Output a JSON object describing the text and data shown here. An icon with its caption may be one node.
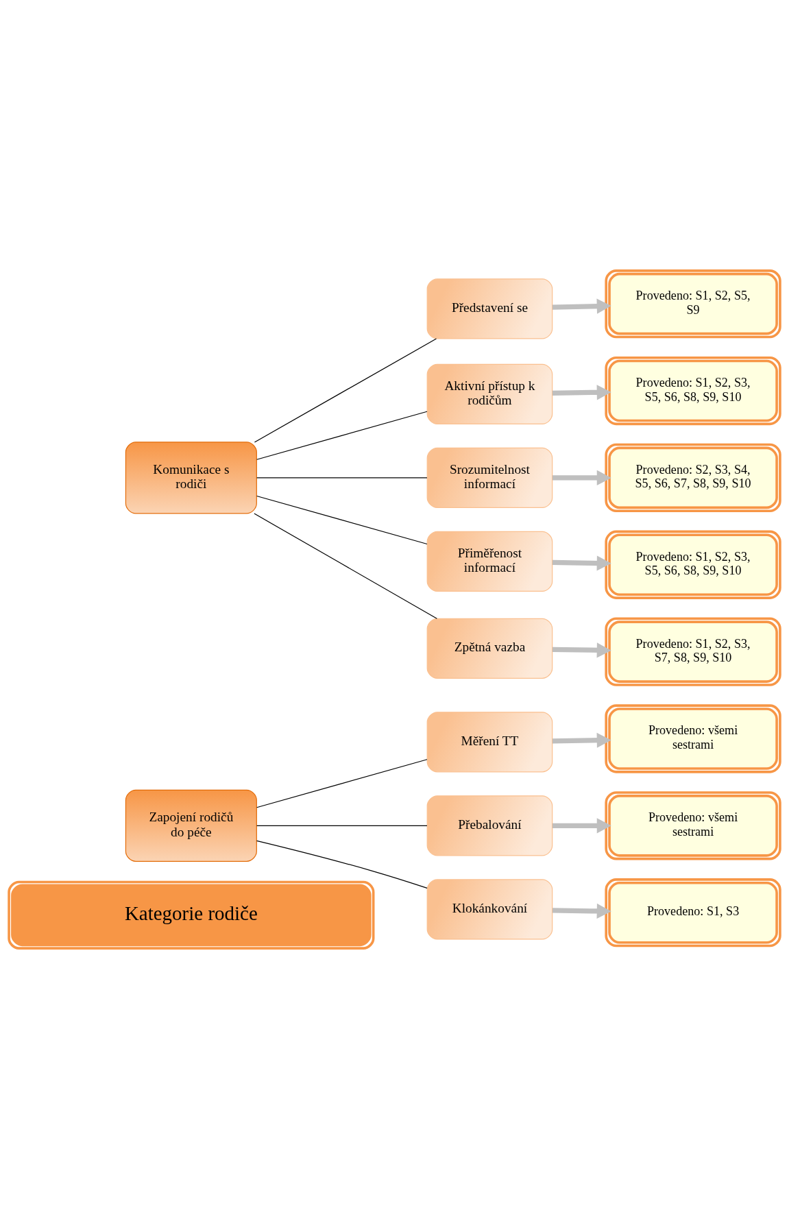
{
  "diagram": {
    "nodes": [
      {
        "text": [
          "Kategorie rodiče"
        ]
      },
      {
        "text": [
          "Zapojení rodičů do péče"
        ]
      },
      {
        "text": [
          "Měření TT"
        ]
      },
      {
        "text": [
          "Přebalování"
        ]
      },
      {
        "text": [
          "Klokánkování"
        ]
      },
      {
        "text": [
          "Provedeno: všemi sestrami"
        ]
      },
      {
        "text": [
          "Provedeno: všemi sestrami"
        ]
      },
      {
        "text": [
          "Provedeno: S1, S3"
        ]
      },
      {
        "text": [
          "Komunikace s rodiči"
        ]
      },
      {
        "text": [
          "Představení se"
        ]
      },
      {
        "text": [
          "Aktivní přístup k rodičům"
        ]
      },
      {
        "text": [
          "Srozumitelnost informací"
        ]
      },
      {
        "text": [
          "Přiměřenost informací"
        ]
      },
      {
        "text": [
          "Zpětná vazba"
        ]
      },
      {
        "text": [
          "Provedeno: S1, S2, S5, S9"
        ]
      },
      {
        "text": [
          "Provedeno: S1, S2, S3, S5, S6, S8, S9, S10"
        ]
      },
      {
        "text": [
          "Provedeno: S2, S3, S4, S5, S6, S7, S8, S9, S10"
        ]
      },
      {
        "text": [
          "Provedeno: S1, S2, S3, S5, S6, S8, S9, S10"
        ]
      },
      {
        "text": [
          "Provedeno: S1, S2, S3, S7, S8, S9, S10"
        ]
      }
    ],
    "edges": [
      {
        "from": 1,
        "to": 2,
        "arrow": "none"
      },
      {
        "from": 1,
        "to": 3,
        "arrow": "none"
      },
      {
        "from": 1,
        "to": 4,
        "arrow": "none"
      },
      {
        "from": 2,
        "to": 5,
        "arrow": "to",
        "style": "thick",
        "color": "#bfbfbf"
      },
      {
        "from": 3,
        "to": 6,
        "arrow": "to",
        "style": "thick",
        "color": "#bfbfbf"
      },
      {
        "from": 4,
        "to": 7,
        "arrow": "to",
        "style": "thick",
        "color": "#bfbfbf"
      },
      {
        "from": 8,
        "to": 9,
        "arrow": "none"
      },
      {
        "from": 8,
        "to": 10,
        "arrow": "none"
      },
      {
        "from": 8,
        "to": 11,
        "arrow": "none"
      },
      {
        "from": 8,
        "to": 12,
        "arrow": "none"
      },
      {
        "from": 8,
        "to": 13,
        "arrow": "none"
      },
      {
        "from": 9,
        "to": 14,
        "arrow": "to",
        "style": "thick",
        "color": "#bfbfbf"
      },
      {
        "from": 10,
        "to": 15,
        "arrow": "to",
        "style": "thick",
        "color": "#bfbfbf"
      },
      {
        "from": 11,
        "to": 16,
        "arrow": "to",
        "style": "thick",
        "color": "#bfbfbf"
      },
      {
        "from": 12,
        "to": 17,
        "arrow": "to",
        "style": "thick",
        "color": "#bfbfbf"
      },
      {
        "from": 13,
        "to": 18,
        "arrow": "to",
        "style": "thick",
        "color": "#bfbfbf"
      }
    ]
  }
}
